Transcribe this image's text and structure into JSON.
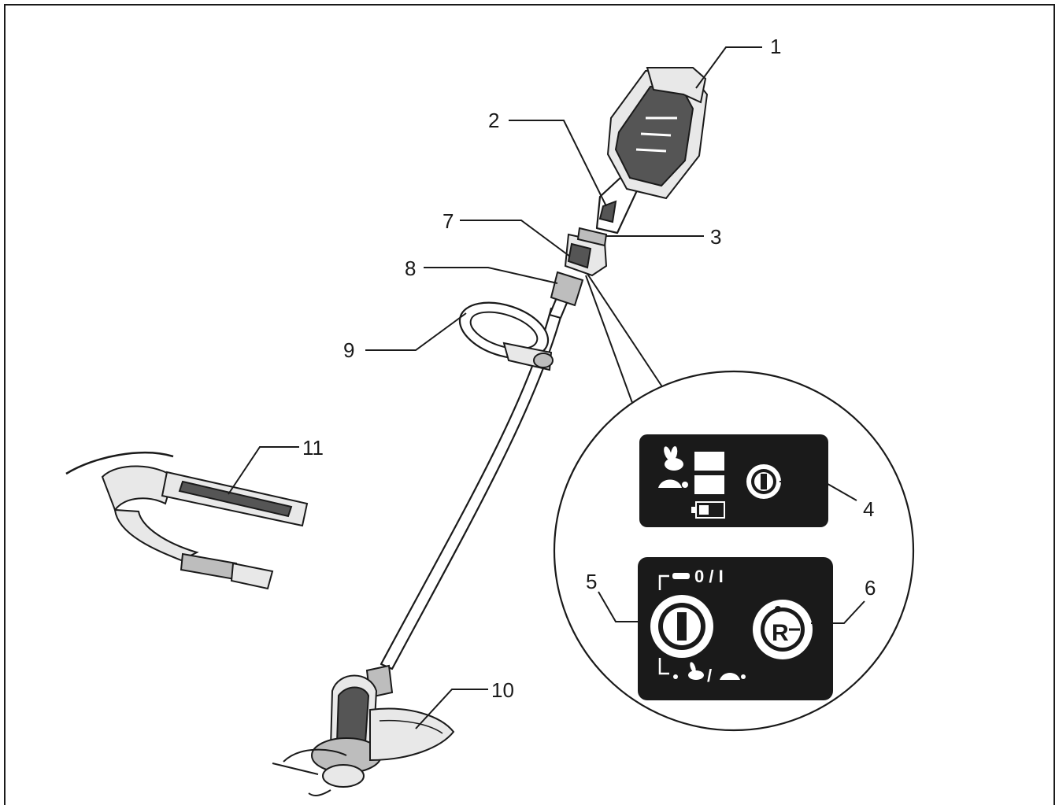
{
  "callouts": {
    "c1": "1",
    "c2": "2",
    "c3": "3",
    "c4": "4",
    "c5": "5",
    "c6": "6",
    "c7": "7",
    "c8": "8",
    "c9": "9",
    "c10": "10",
    "c11": "11"
  },
  "panel": {
    "switch_label": "0 / I",
    "reverse_letter": "R"
  },
  "colors": {
    "line": "#1a1a1a",
    "panel": "#1a1a1a",
    "body_dark": "#555555",
    "body_mid": "#bdbdbd"
  }
}
